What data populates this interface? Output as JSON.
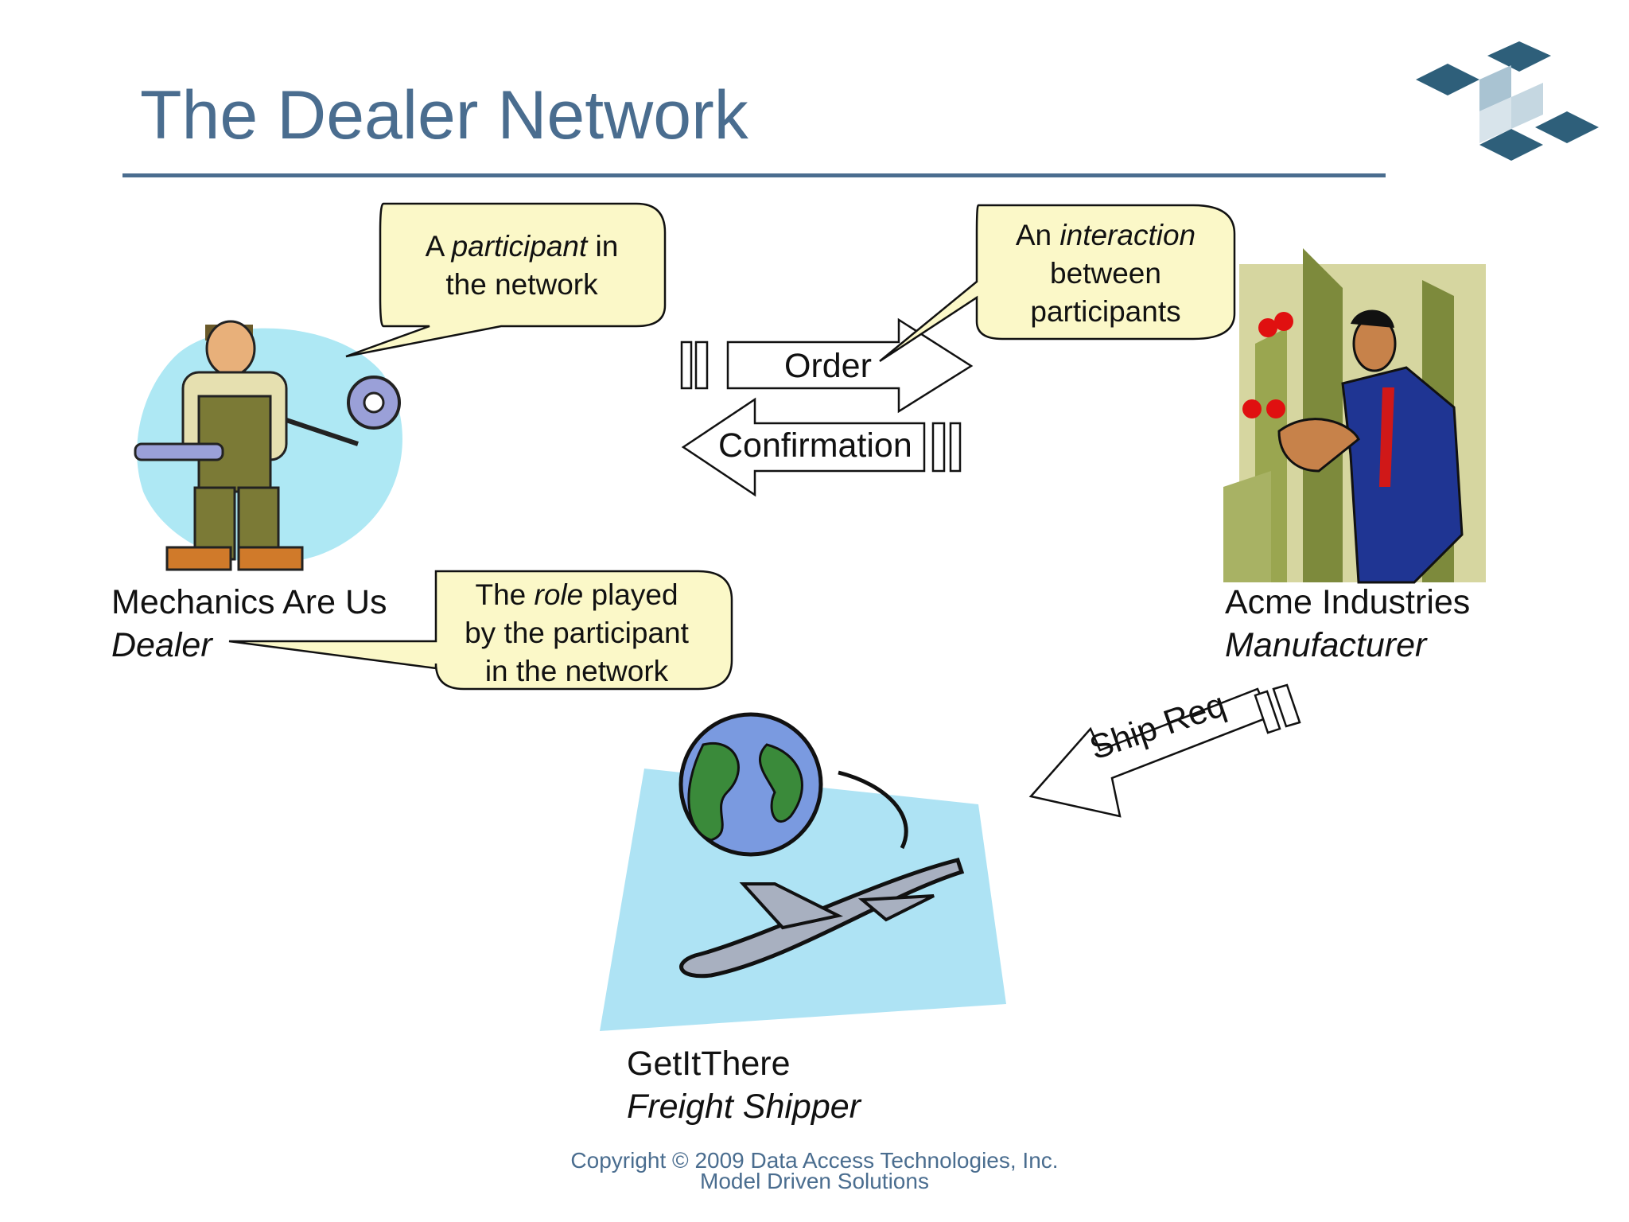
{
  "slide": {
    "title": "The Dealer Network"
  },
  "callouts": {
    "participant": {
      "pre": "A ",
      "em": "participant",
      "post": " in",
      "line2": "the network"
    },
    "interaction": {
      "pre": "An ",
      "em": "interaction",
      "line2": "between",
      "line3": "participants"
    },
    "role": {
      "pre": "The ",
      "em": "role",
      "post": " played",
      "line2": "by the participant",
      "line3": "in the network"
    }
  },
  "messages": {
    "order": "Order",
    "confirmation": "Confirmation",
    "ship_req": "Ship Req"
  },
  "participants": {
    "dealer": {
      "name": "Mechanics Are Us",
      "role": "Dealer"
    },
    "manufacturer": {
      "name": "Acme Industries",
      "role": "Manufacturer"
    },
    "shipper": {
      "name": "GetItThere",
      "role": "Freight Shipper"
    }
  },
  "footer": {
    "copyright": "Copyright © 2009 Data Access Technologies, Inc.",
    "tagline": "Model Driven Solutions"
  },
  "colors": {
    "title": "#4a6d8f",
    "callout_fill": "#fbf8c8",
    "logo": "#2e5f7a",
    "sky": "#aee3f4"
  }
}
